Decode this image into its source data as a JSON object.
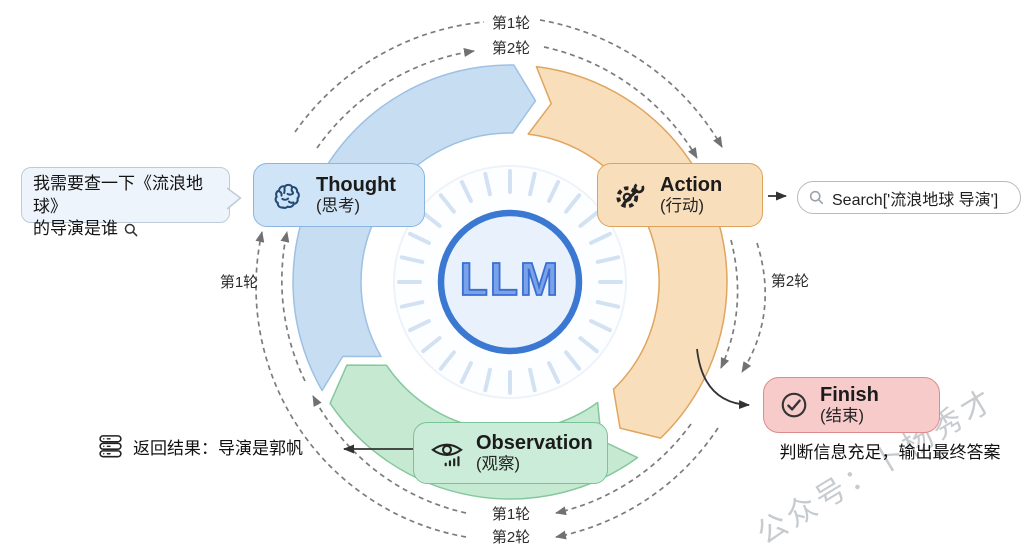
{
  "center": {
    "label": "LLM"
  },
  "nodes": {
    "thought": {
      "title": "Thought",
      "subtitle": "(思考)",
      "icon": "brain-icon"
    },
    "action": {
      "title": "Action",
      "subtitle": "(行动)",
      "icon": "gear-wrench-icon"
    },
    "observation": {
      "title": "Observation",
      "subtitle": "(观察)",
      "icon": "eye-stats-icon"
    },
    "finish": {
      "title": "Finish",
      "subtitle": "(结束)",
      "icon": "check-circle-icon"
    }
  },
  "round_labels": {
    "top_round1": "第1轮",
    "top_round2": "第2轮",
    "left_round1": "第1轮",
    "right_round2": "第2轮",
    "bottom_round1": "第1轮",
    "bottom_round2": "第2轮"
  },
  "annotations": {
    "user_query_line1": "我需要查一下《流浪地球》",
    "user_query_line2": "的导演是谁",
    "search_call": "Search['流浪地球 导演']",
    "observation_result": "返回结果：导演是郭帆",
    "finish_note": "判断信息充足，输出最终答案"
  },
  "watermark": "公众号：卜杨秀才",
  "colors": {
    "thought_fill": "#cfe4f7",
    "thought_border": "#8ab5e0",
    "action_fill": "#f9debb",
    "action_border": "#dda35c",
    "observation_fill": "#cbecd8",
    "observation_border": "#79c496",
    "finish_fill": "#f8cbcb",
    "finish_border": "#dd8b8b",
    "arc_blue_fill": "#c7ddf2",
    "arc_blue_border": "#9dc1e4",
    "arc_orange_fill": "#f8deba",
    "arc_orange_border": "#e0a55e",
    "arc_green_fill": "#c6e9d2",
    "arc_green_border": "#85c89d",
    "ray_color": "#d3e2f3",
    "llm_ring": "#3a78d2",
    "llm_fill": "#e9f2fc",
    "llm_text": "#7aa2ea",
    "dashed_line": "#7a7c7e",
    "solid_arrow": "#333333"
  }
}
